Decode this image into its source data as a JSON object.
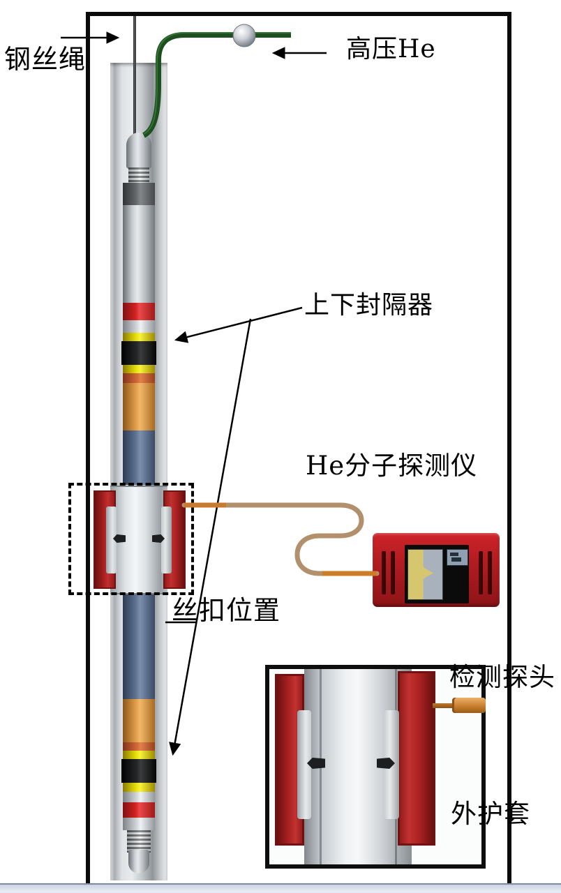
{
  "figure": {
    "title_none": "",
    "labels": {
      "steel_rope": "钢丝绳",
      "high_pressure_he": "高压He",
      "packers": "上下封隔器",
      "detector": "He分子探测仪",
      "thread_position": "丝扣位置",
      "probe": "检测探头",
      "sheath": "外护套"
    },
    "colors": {
      "frame_border": "#0a0a0a",
      "clamp_red": "#a82020",
      "device_red": "#b41d22",
      "tube_green": "#1d4f1f",
      "tube_copper": "#c87a30",
      "packer_black": "#141414",
      "band_yellow": "#e8e20a",
      "band_red": "#d32222",
      "body_orange": "#e09c4a",
      "body_blue": "#5d7191",
      "casing_gray": "#c3c7ca",
      "footer_bar": "#ccd2e2"
    }
  }
}
